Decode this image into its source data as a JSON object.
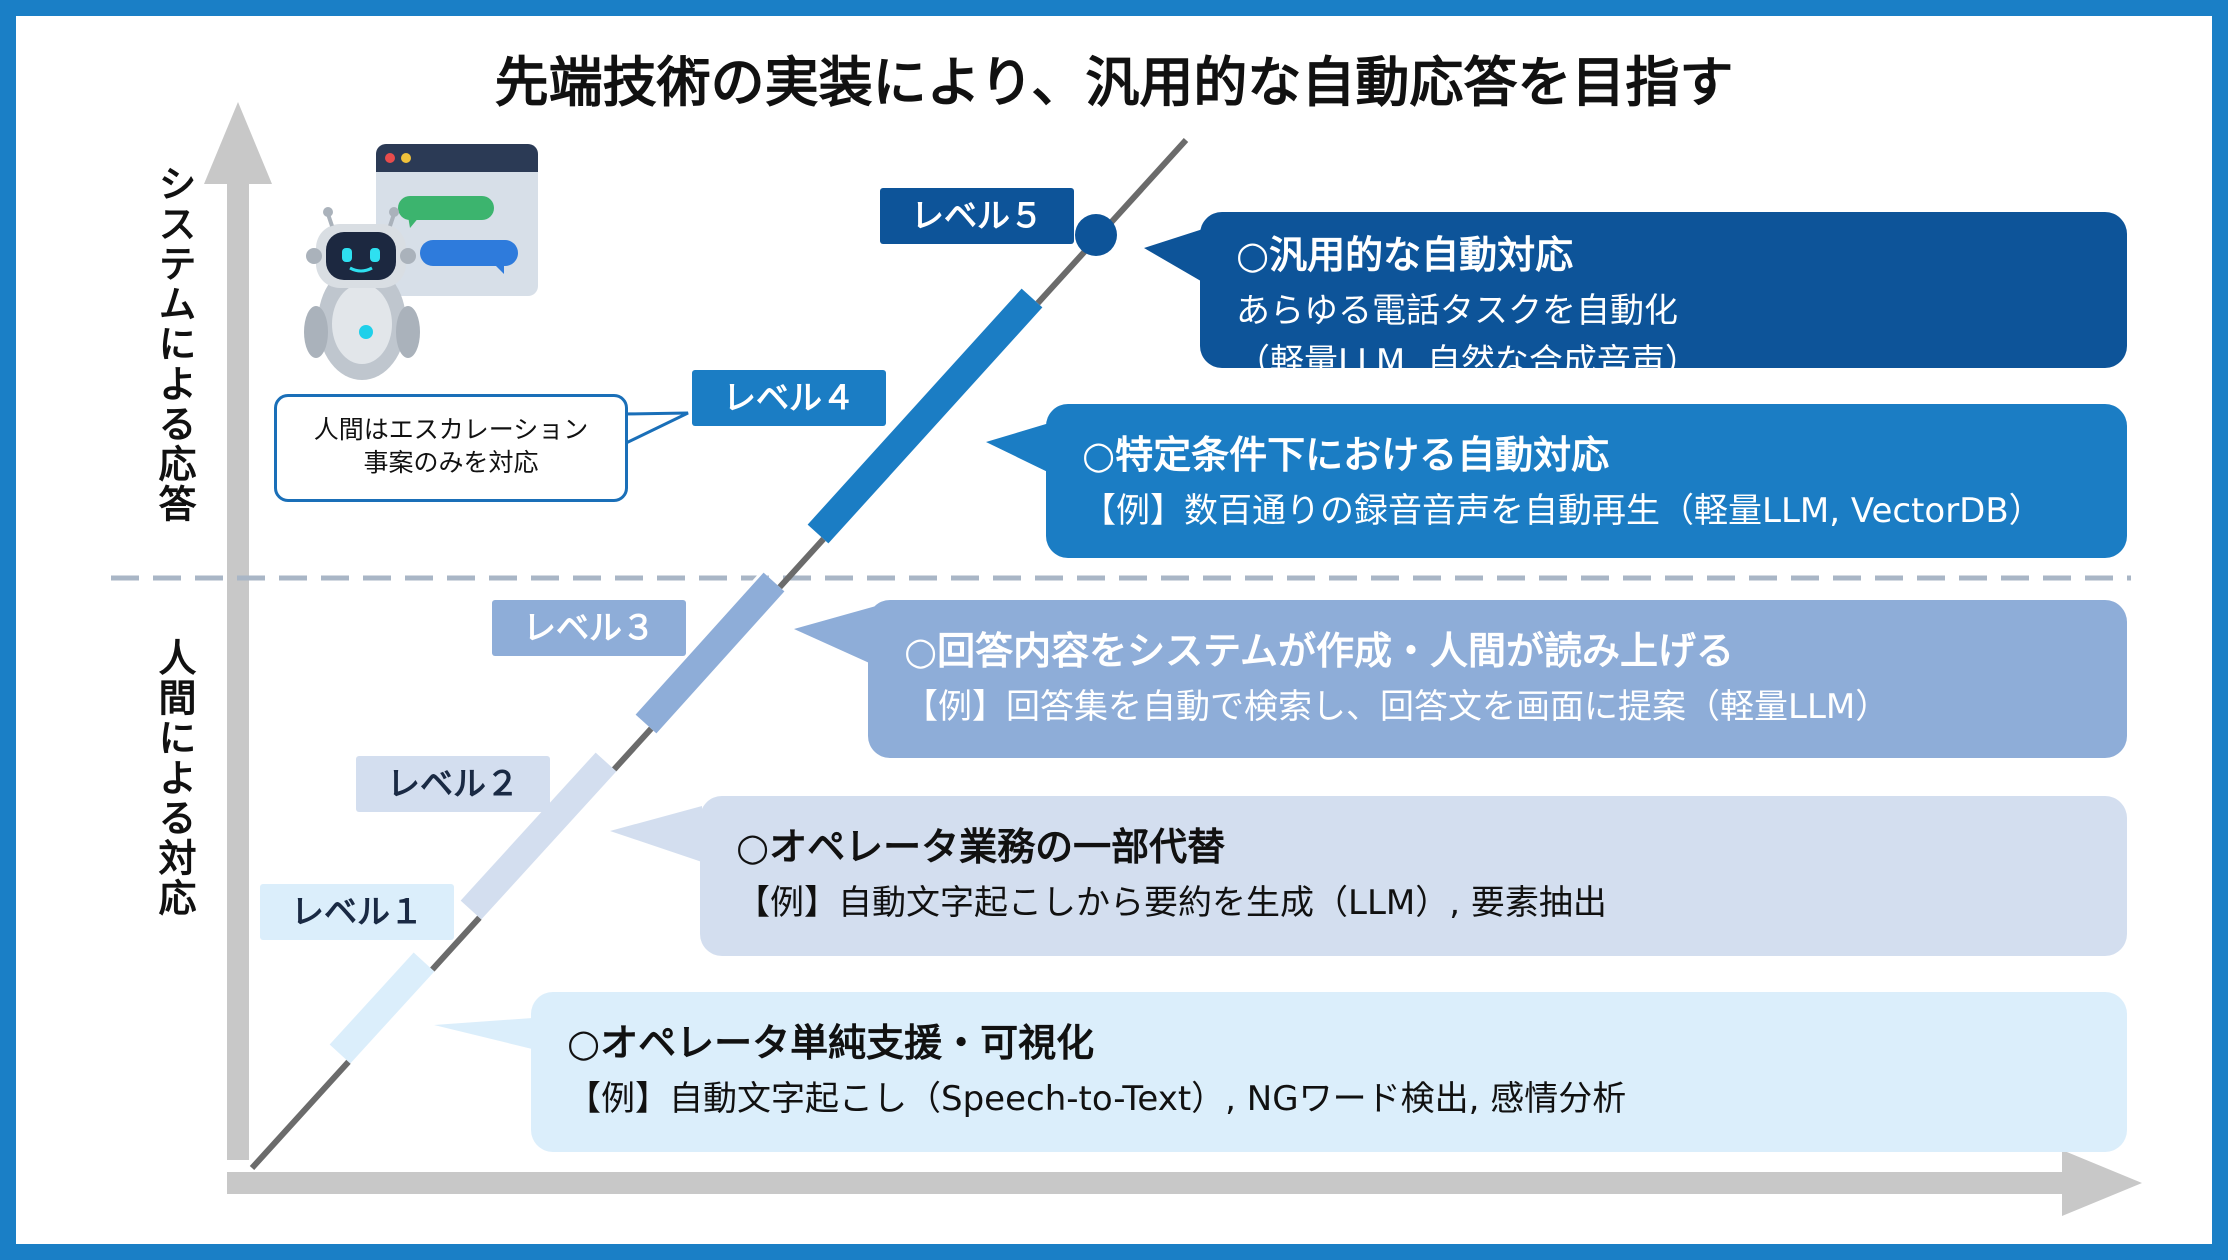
{
  "title": "先端技術の実装により、汎用的な自動応答を目指す",
  "axis": {
    "upper_label": "システムによる応答",
    "lower_label": "人間による対応"
  },
  "robot_callout": {
    "line1": "人間はエスカレーション",
    "line2": "事案のみを対応"
  },
  "levels": [
    {
      "label": "レベル１",
      "heading": "○オペレータ単純支援・可視化",
      "desc": "【例】自動文字起こし（Speech-to-Text）, NGワード検出, 感情分析",
      "desc2": "",
      "color": "#dbeefb",
      "text_color": "#111111",
      "label_color": "#dbeefb",
      "label_text": "#1a2a44"
    },
    {
      "label": "レベル２",
      "heading": "○オペレータ業務の一部代替",
      "desc": "【例】自動文字起こしから要約を生成（LLM）, 要素抽出",
      "desc2": "",
      "color": "#d3deef",
      "text_color": "#111111",
      "label_color": "#d3deef",
      "label_text": "#1a2a44"
    },
    {
      "label": "レベル３",
      "heading": "○回答内容をシステムが作成・人間が読み上げる",
      "desc": "【例】回答集を自動で検索し、回答文を画面に提案（軽量LLM）",
      "desc2": "",
      "color": "#8eadd8",
      "text_color": "#ffffff",
      "label_color": "#8eadd8",
      "label_text": "#ffffff"
    },
    {
      "label": "レベル４",
      "heading": "○特定条件下における自動対応",
      "desc": "【例】数百通りの録音音声を自動再生（軽量LLM, VectorDB）",
      "desc2": "",
      "color": "#1b7dc4",
      "text_color": "#ffffff",
      "label_color": "#1b7dc4",
      "label_text": "#ffffff"
    },
    {
      "label": "レベル５",
      "heading": "○汎用的な自動対応",
      "desc": "あらゆる電話タスクを自動化",
      "desc2": "（軽量LLM, 自然な合成音声）",
      "color": "#0d5499",
      "text_color": "#ffffff",
      "label_color": "#0d5499",
      "label_text": "#ffffff"
    }
  ],
  "colors": {
    "frame": "#1a7fc6",
    "axis": "#c8c8c8",
    "divider": "#a9b6c6",
    "diagonal": "#6b6b6b"
  }
}
